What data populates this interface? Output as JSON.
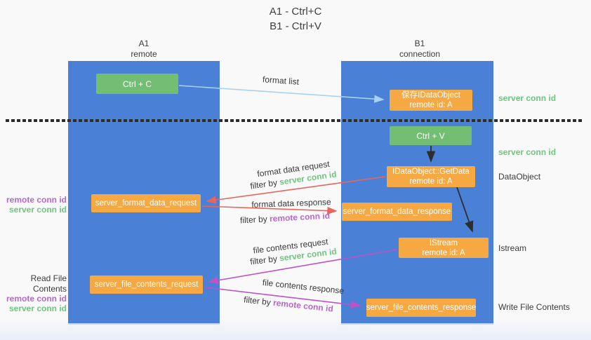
{
  "title": {
    "line1": "A1 - Ctrl+C",
    "line2": "B1 - Ctrl+V"
  },
  "lanes": {
    "left": {
      "header_line1": "A1",
      "header_line2": "remote"
    },
    "right": {
      "header_line1": "B1",
      "header_line2": "connection"
    }
  },
  "nodes": {
    "ctrl_c": {
      "label": "Ctrl + C"
    },
    "save_idataobject": {
      "line1": "保存IDataObject",
      "line2": "remote id: A"
    },
    "ctrl_v": {
      "label": "Ctrl + V"
    },
    "getdata": {
      "line1": "IDataObject::GetData",
      "line2": "remote id: A"
    },
    "format_request": {
      "label": "server_format_data_request"
    },
    "format_response": {
      "label": "server_format_data_response"
    },
    "istream": {
      "line1": "IStream",
      "line2": "remote id: A"
    },
    "file_request": {
      "label": "server_file_contents_request"
    },
    "file_response": {
      "label": "server_file_contents_response"
    }
  },
  "flow_labels": {
    "format_list": "format list",
    "format_data_request": "format data request",
    "format_data_request_filter_prefix": "filter by",
    "format_data_request_filter_id": "server conn id",
    "format_data_response": "format data response",
    "format_data_response_filter_prefix": "filter by",
    "format_data_response_filter_id": "remote conn id",
    "file_contents_request": "file contents request",
    "file_contents_request_filter_prefix": "filter by",
    "file_contents_request_filter_id": "server conn id",
    "file_contents_response": "file contents response",
    "file_contents_response_filter_prefix": "filter by",
    "file_contents_response_filter_id": "remote conn id"
  },
  "side_labels": {
    "left_format": {
      "remote": "remote conn id",
      "server": "server conn id"
    },
    "left_file": {
      "title": "Read File Contents",
      "remote": "remote conn id",
      "server": "server conn id"
    },
    "right_save": "server conn id",
    "right_ctrlv": "server conn id",
    "right_dataobject": "DataObject",
    "right_istream": "Istream",
    "right_write": "Write File Contents"
  },
  "colors": {
    "lane_blue": "#4a80d6",
    "node_green": "#72bf73",
    "node_orange": "#f6a843",
    "arrow_blue": "#a6d3f2",
    "arrow_black": "#2d2d2d",
    "arrow_red": "#e9655c",
    "arrow_magenta": "#bf52c5",
    "label_purple": "#b669c9",
    "label_green": "#6ec57c",
    "text_dark": "#3c3c3c"
  }
}
